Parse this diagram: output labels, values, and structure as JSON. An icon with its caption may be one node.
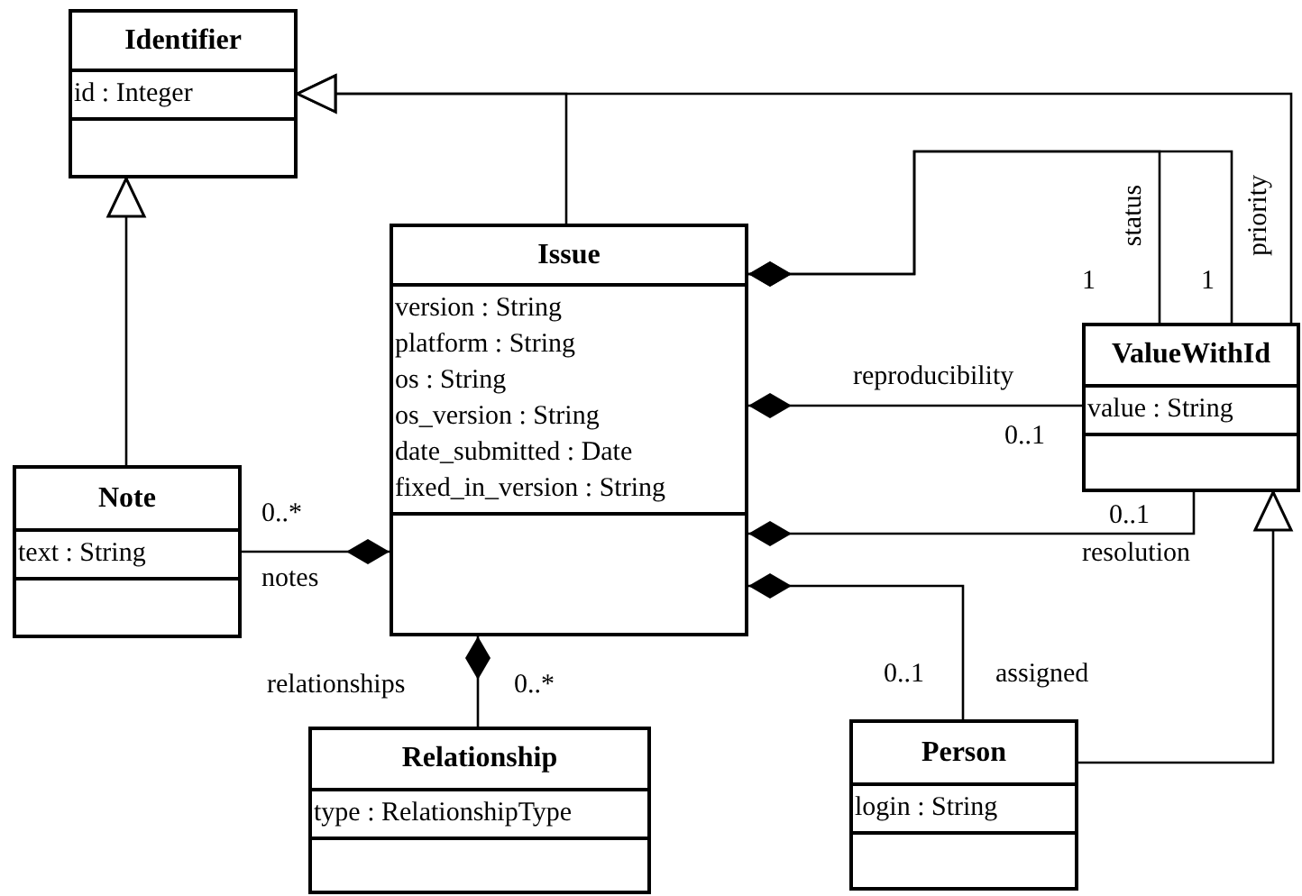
{
  "diagram": {
    "nodes": [
      {
        "text": [
          "Identifier",
          "id : Integer"
        ]
      },
      {
        "text": [
          "Issue",
          "version : String",
          "platform : String",
          "os : String",
          "os_version : String",
          "date_submitted : Date",
          "fixed_in_version : String"
        ]
      },
      {
        "text": [
          "ValueWithId",
          "value : String"
        ]
      },
      {
        "text": [
          "Note",
          "text : String"
        ]
      },
      {
        "text": [
          "Relationship",
          "type : RelationshipType"
        ]
      },
      {
        "text": [
          "Person",
          "login : String"
        ]
      }
    ],
    "edges": [
      {
        "from": 1,
        "to": 0,
        "arrow": "to"
      },
      {
        "from": 2,
        "to": 0,
        "arrow": "to"
      },
      {
        "from": 3,
        "to": 0,
        "arrow": "to"
      },
      {
        "from": 5,
        "to": 2,
        "arrow": "to"
      },
      {
        "from": 1,
        "to": 2,
        "arrow": "other",
        "label": "status"
      },
      {
        "from": 1,
        "to": 2,
        "arrow": "other",
        "label": "priority"
      },
      {
        "from": 1,
        "to": 2,
        "arrow": "other",
        "label": "reproducibility"
      },
      {
        "from": 1,
        "to": 2,
        "arrow": "other",
        "label": "resolution"
      },
      {
        "from": 1,
        "to": 5,
        "arrow": "other",
        "label": "assigned"
      },
      {
        "from": 1,
        "to": 3,
        "arrow": "other",
        "label": "notes"
      },
      {
        "from": 1,
        "to": 4,
        "arrow": "other",
        "label": "relationships"
      }
    ],
    "labels": [
      "1",
      "1",
      "0..1",
      "0..1",
      "0..*",
      "0..1",
      "0..*"
    ]
  }
}
